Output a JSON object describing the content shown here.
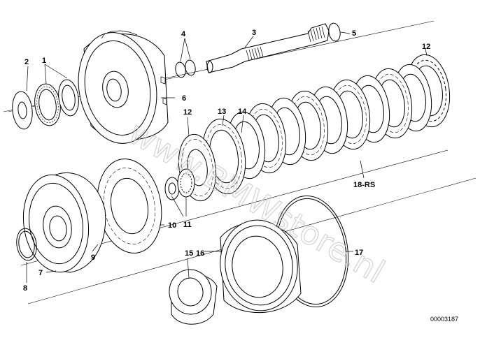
{
  "diagram": {
    "watermark": "www.BMWstore.nl",
    "diagram_id": "00003187",
    "part_labels": [
      "1",
      "2",
      "3",
      "4",
      "5",
      "6",
      "7",
      "8",
      "9",
      "10",
      "11",
      "12",
      "12",
      "13",
      "14",
      "15",
      "16",
      "17",
      "18-RS"
    ]
  }
}
